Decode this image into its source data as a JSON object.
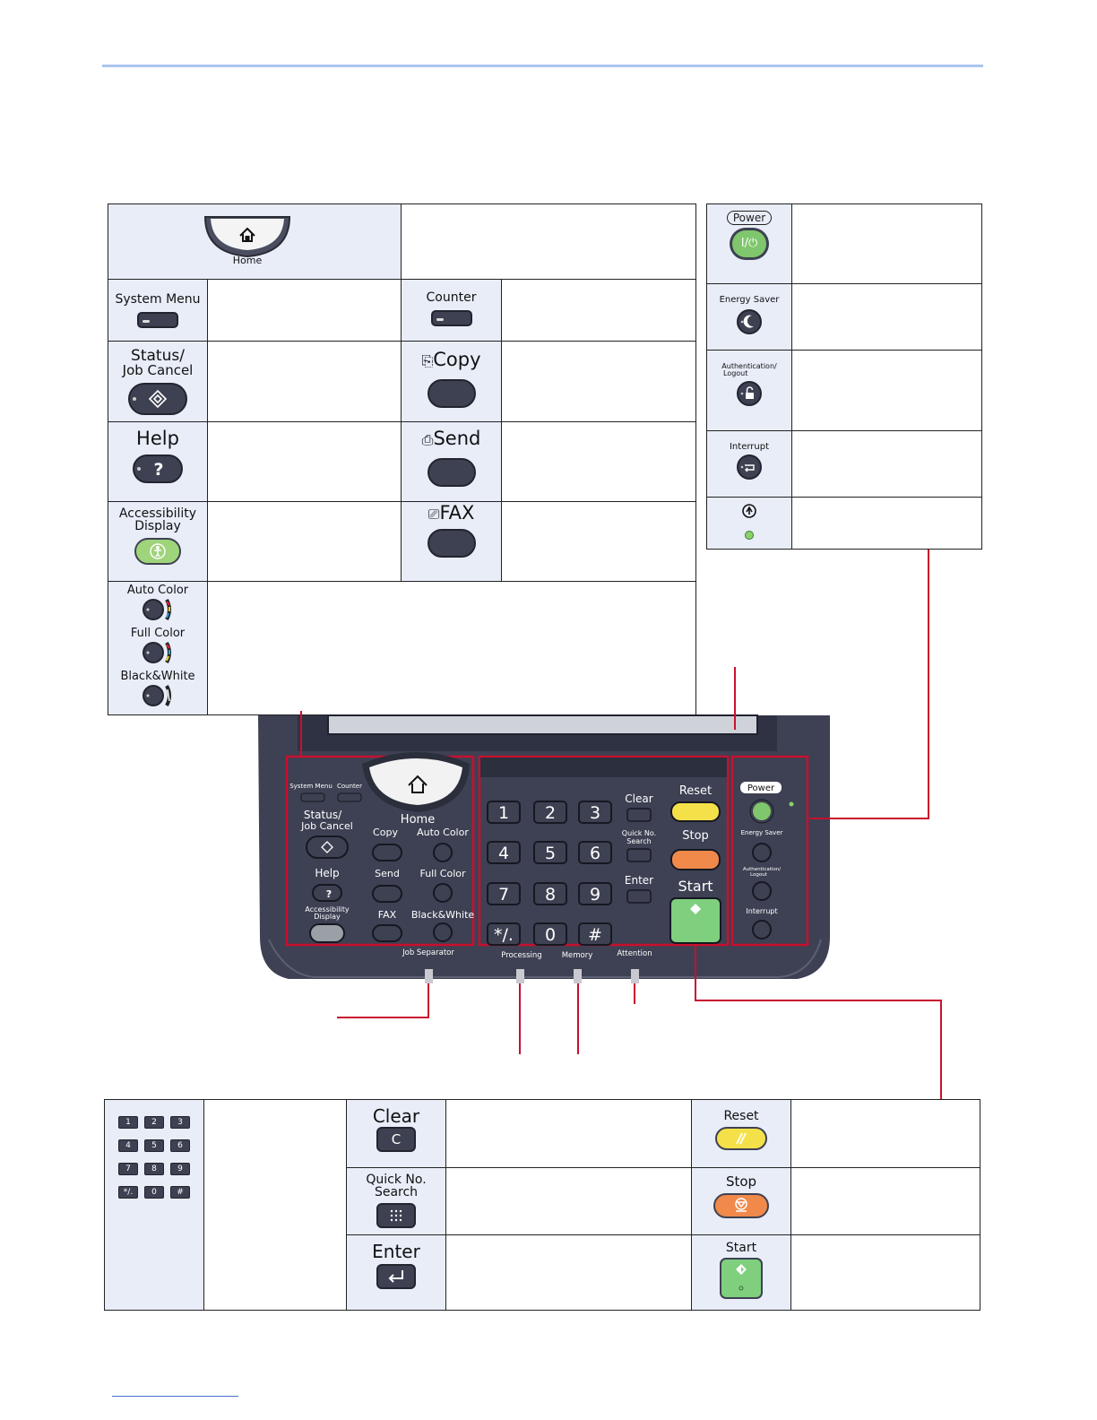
{
  "home_label": "Home",
  "system_menu": "System Menu",
  "counter": "Counter",
  "status_line1": "Status/",
  "status_line2": "Job Cancel",
  "copy": "Copy",
  "help": "Help",
  "send": "Send",
  "access_line1": "Accessibility",
  "access_line2": "Display",
  "fax": "FAX",
  "auto_color": "Auto Color",
  "full_color": "Full Color",
  "bw": "Black&White",
  "power": "Power",
  "power_btn": "I/⏻",
  "energy_saver": "Energy Saver",
  "auth_line1": "Authentication/",
  "auth_line2": "Logout",
  "interrupt": "Interrupt",
  "clear": "Clear",
  "clear_key": "C",
  "quick_line1": "Quick No.",
  "quick_line2": "Search",
  "enter": "Enter",
  "reset": "Reset",
  "stop": "Stop",
  "start": "Start",
  "keypad": [
    "1",
    "2",
    "3",
    "4",
    "5",
    "6",
    "7",
    "8",
    "9",
    "*/.",
    "0",
    "#"
  ],
  "job_separator": "Job Separator",
  "processing": "Processing",
  "memory": "Memory",
  "attention": "Attention",
  "colors": {
    "callout": "#c8102e",
    "panel": "#3d4153",
    "green": "#7fc66d",
    "yellow": "#f4e14a",
    "orange": "#f0894a",
    "cell_blue": "#e8edf8"
  }
}
